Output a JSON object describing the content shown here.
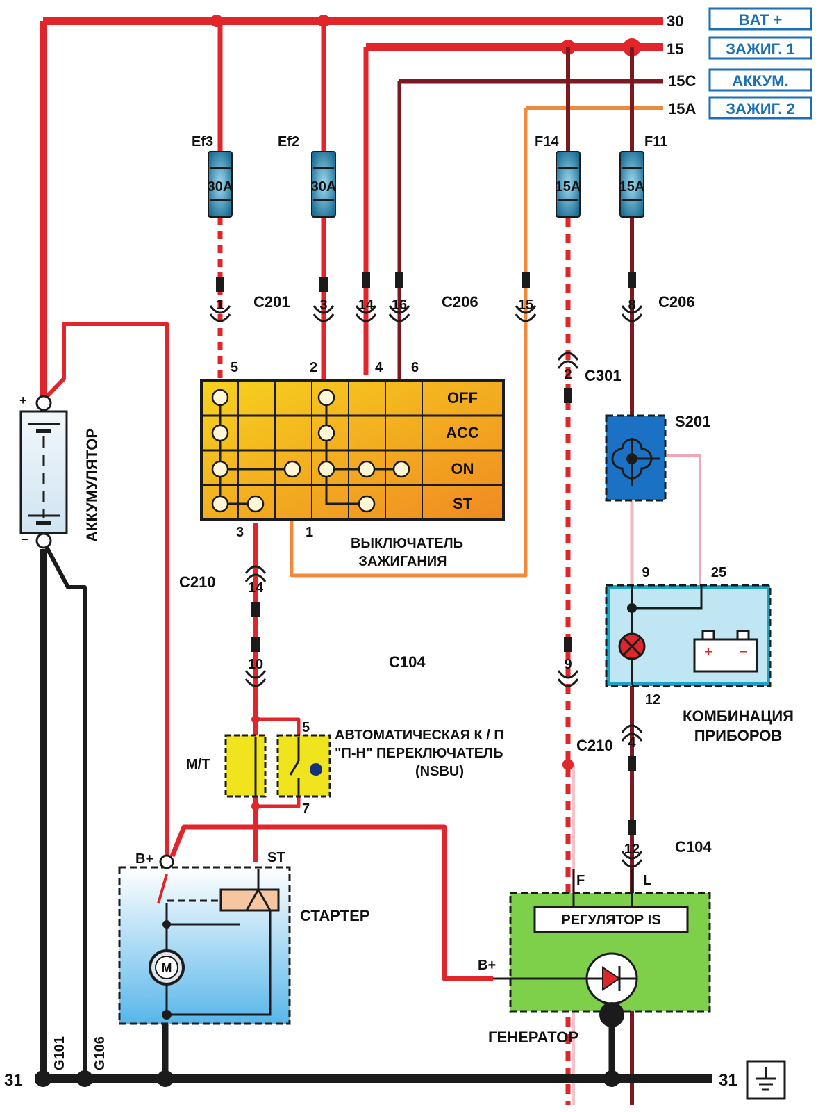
{
  "bus": {
    "b30": {
      "num": "30",
      "name": "BAT +"
    },
    "b15": {
      "num": "15",
      "name": "ЗАЖИГ. 1"
    },
    "b15c": {
      "num": "15C",
      "name": "АККУМ."
    },
    "b15a": {
      "num": "15A",
      "name": "ЗАЖИГ. 2"
    },
    "gnd_left": "31",
    "gnd_right": "31"
  },
  "fuses": [
    {
      "id": "Ef3",
      "rating": "30A"
    },
    {
      "id": "Ef2",
      "rating": "30A"
    },
    {
      "id": "F14",
      "rating": "15A"
    },
    {
      "id": "F11",
      "rating": "15A"
    }
  ],
  "connectors": {
    "c201": "C201",
    "c206a": "C206",
    "c206b": "C206",
    "c301": "C301",
    "c210a": "C210",
    "c210b": "C210",
    "c104a": "C104",
    "c104b": "C104",
    "s201": "S201"
  },
  "pins": {
    "p1": "1",
    "p3": "3",
    "p14": "14",
    "p16": "16",
    "p15": "15",
    "p8": "8",
    "sw5": "5",
    "sw2": "2",
    "sw4": "4",
    "sw6": "6",
    "sw3": "3",
    "sw1": "1",
    "c301_2": "2",
    "c210_14": "14",
    "c104_10": "10",
    "c104_9": "9",
    "ic9": "9",
    "ic25": "25",
    "ic12": "12",
    "c210_4": "4",
    "c104_12": "12",
    "nsbu5": "5",
    "nsbu7": "7"
  },
  "switch": {
    "rows": [
      "OFF",
      "ACC",
      "ON",
      "ST"
    ],
    "title_line1": "ВЫКЛЮЧАТЕЛЬ",
    "title_line2": "ЗАЖИГАНИЯ"
  },
  "battery": {
    "label": "АККУМУЛЯТОР",
    "plus": "+",
    "minus": "−"
  },
  "nsbu": {
    "mt": "M/T",
    "line1": "АВТОМАТИЧЕСКАЯ К / П",
    "line2": "\"П-Н\" ПЕРЕКЛЮЧАТЕЛЬ",
    "line3": "(NSBU)"
  },
  "starter": {
    "label": "СТАРТЕР",
    "bplus": "B+",
    "st": "ST",
    "motor": "M"
  },
  "cluster": {
    "line1": "КОМБИНАЦИЯ",
    "line2": "ПРИБОРОВ"
  },
  "generator": {
    "label": "ГЕНЕРАТОР",
    "regulator": "РЕГУЛЯТОР IS",
    "bplus": "B+",
    "f": "F",
    "l": "L"
  },
  "grounds": {
    "g101": "G101",
    "g106": "G106"
  },
  "colors": {
    "red": "#e0262b",
    "dark_red": "#7a1a20",
    "orange": "#ee8a3c",
    "black": "#1b1b1b",
    "pink": "#f0a8b8",
    "label_blue": "#1a6fb5"
  }
}
